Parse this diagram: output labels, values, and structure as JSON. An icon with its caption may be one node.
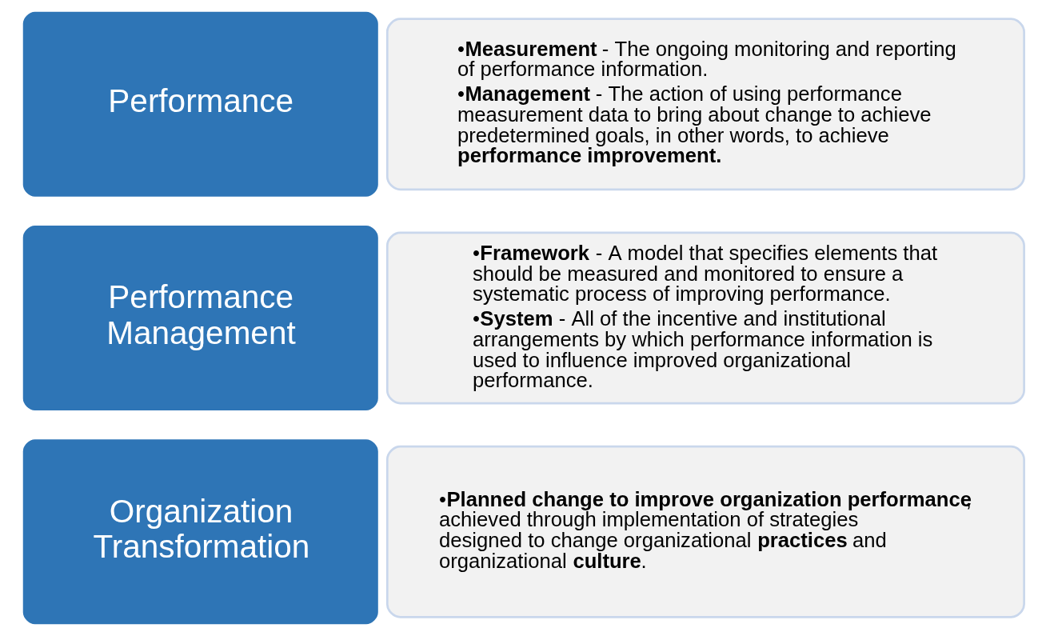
{
  "diagram": {
    "nodes": [
      {
        "text": [
          "Performance"
        ]
      },
      {
        "text": [
          "•**Measurement** - The ongoing monitoring and reporting of performance information.",
          "•**Management** - The action of using performance measurement data to bring about change to achieve predetermined goals, in other words, to achieve **performance improvement.**"
        ]
      },
      {
        "text": [
          "Performance Management"
        ]
      },
      {
        "text": [
          "•**Framework** - A model that specifies elements that should be measured and monitored to ensure a systematic process of improving performance.",
          "•**System** - All of the incentive and institutional arrangements by which performance information is used to influence improved organizational performance."
        ]
      },
      {
        "text": [
          "Organization Transformation"
        ]
      },
      {
        "text": [
          "•**Planned change to improve organization performance**, achieved through implementation of strategies designed to change organizational **practices** and organizational **culture**."
        ]
      }
    ],
    "edges": []
  }
}
